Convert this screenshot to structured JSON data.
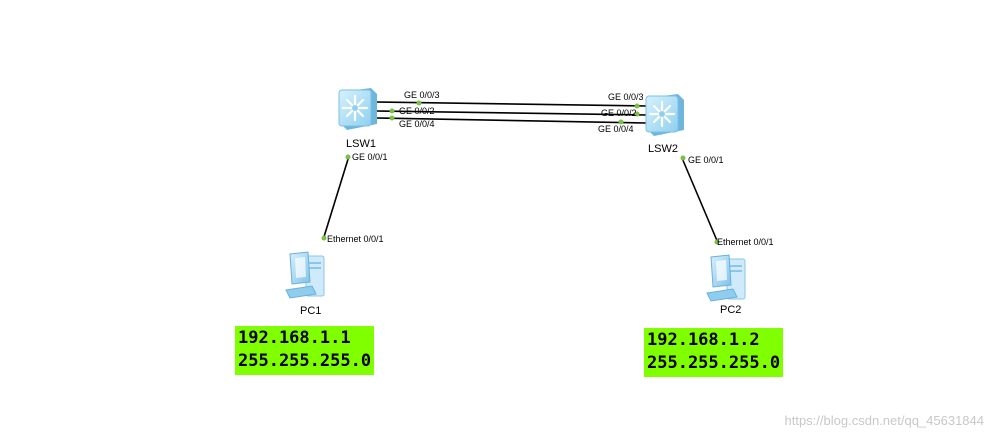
{
  "devices": {
    "lsw1": {
      "label": "LSW1",
      "ports": {
        "ge3": "GE 0/0/3",
        "ge2": "GE 0/0/2",
        "ge4": "GE 0/0/4",
        "ge1": "GE 0/0/1"
      }
    },
    "lsw2": {
      "label": "LSW2",
      "ports": {
        "ge3": "GE 0/0/3",
        "ge2": "GE 0/0/2",
        "ge4": "GE 0/0/4",
        "ge1": "GE 0/0/1"
      }
    },
    "pc1": {
      "label": "PC1",
      "port": "Ethernet 0/0/1",
      "ip": "192.168.1.1",
      "mask": "255.255.255.0"
    },
    "pc2": {
      "label": "PC2",
      "port": "Ethernet 0/0/1",
      "ip": "192.168.1.2",
      "mask": "255.255.255.0"
    }
  },
  "colors": {
    "link": "#000000",
    "port_dot": "#7ac143",
    "switch_body": "#a9dff7",
    "pc_body": "#9fd6f5",
    "ip_box": "#80ff00"
  },
  "icons": {
    "switch": "l3-switch-icon",
    "pc": "pc-icon"
  },
  "watermark": "https://blog.csdn.net/qq_45631844"
}
